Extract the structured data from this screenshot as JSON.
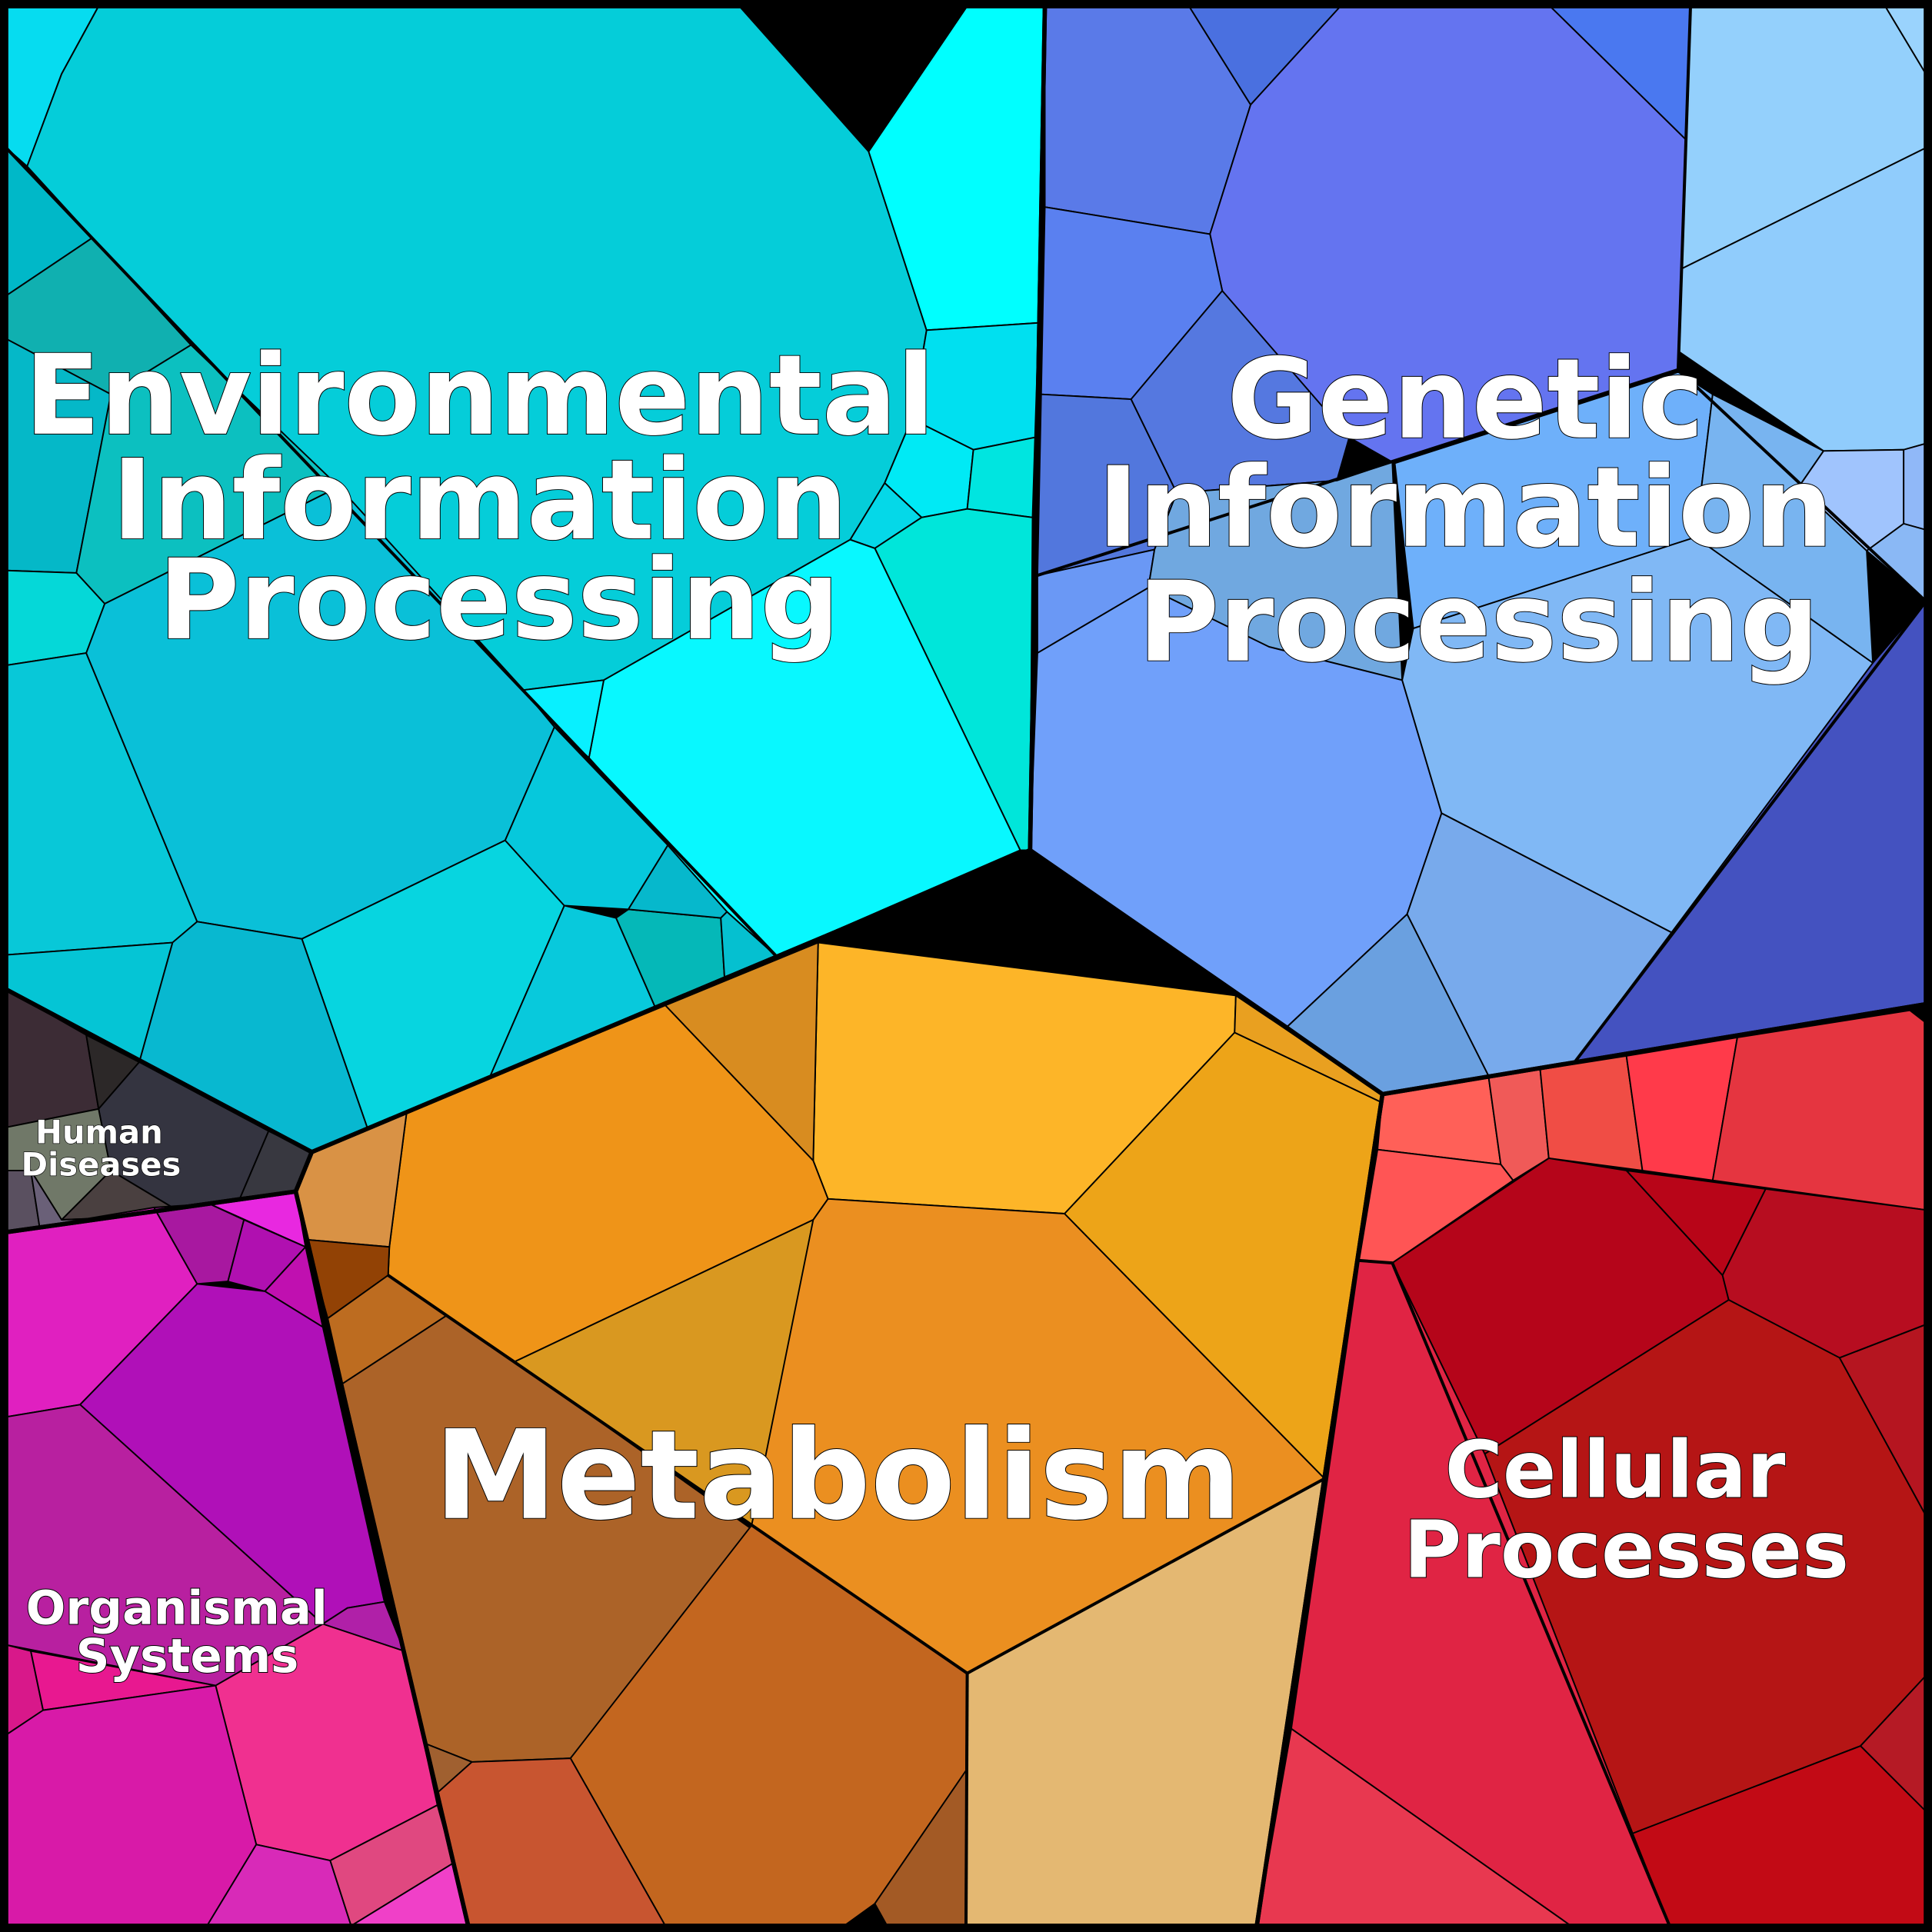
{
  "chart_data": {
    "type": "treemap",
    "subtype": "voronoi",
    "title": "",
    "categories": [
      {
        "name": "Environmental Information Processing",
        "lines": [
          "Environmental",
          "Information",
          "Processing"
        ],
        "color": "#05cdd9"
      },
      {
        "name": "Genetic Information Processing",
        "lines": [
          "Genetic",
          "Information",
          "Processing"
        ],
        "color": "#6a9df5"
      },
      {
        "name": "Metabolism",
        "lines": [
          "Metabolism"
        ],
        "color": "#eb8f20"
      },
      {
        "name": "Cellular Processes",
        "lines": [
          "Cellular",
          "Processes"
        ],
        "color": "#e02444"
      },
      {
        "name": "Organismal Systems",
        "lines": [
          "Organismal",
          "Systems"
        ],
        "color": "#c020b0"
      },
      {
        "name": "Human Diseases",
        "lines": [
          "Human",
          "Diseases"
        ],
        "color": "#3a3a48"
      }
    ]
  }
}
